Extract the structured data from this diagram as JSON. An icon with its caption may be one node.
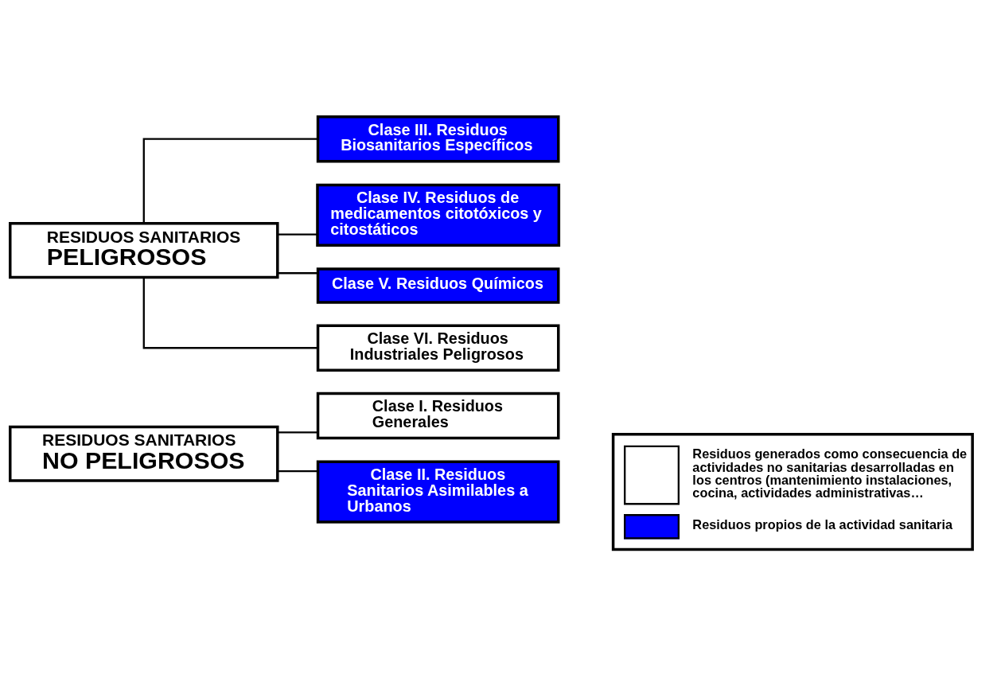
{
  "diagram": {
    "nodes": [
      {
        "text": [
          "RESIDUOS SANITARIOS",
          "NO PELIGROSOS"
        ]
      },
      {
        "text": [
          "Clase I. Residuos Generales"
        ]
      },
      {
        "text": [
          "Clase II. Residuos Sanitarios Asimilables a Urbanos"
        ]
      },
      {
        "text": [
          "RESIDUOS SANITARIOS",
          "PELIGROSOS"
        ]
      },
      {
        "text": [
          "Clase III. Residuos Biosanitarios Específicos"
        ]
      },
      {
        "text": [
          "Clase IV. Residuos de medicamentos citotóxicos y citostáticos"
        ]
      },
      {
        "text": [
          "Clase V. Residuos Químicos"
        ]
      },
      {
        "text": [
          "Clase VI. Residuos Industriales Peligrosos"
        ]
      }
    ],
    "edges": [
      {
        "from": 0,
        "to": 1,
        "arrow": "none"
      },
      {
        "from": 0,
        "to": 2,
        "arrow": "none"
      },
      {
        "from": 3,
        "to": 4,
        "arrow": "none"
      },
      {
        "from": 3,
        "to": 5,
        "arrow": "none"
      },
      {
        "from": 3,
        "to": 6,
        "arrow": "none"
      },
      {
        "from": 3,
        "to": 7,
        "arrow": "none"
      }
    ],
    "legend": [
      {
        "text": "Residuos generados como consecuencia de actividades no sanitarias desarrolladas en los centros (mantenimiento instalaciones, cocina, actividades administrativas…",
        "color": "#ffffff"
      },
      {
        "text": "Residuos propios de la actividad sanitaria",
        "color": "#0000ff"
      }
    ]
  }
}
